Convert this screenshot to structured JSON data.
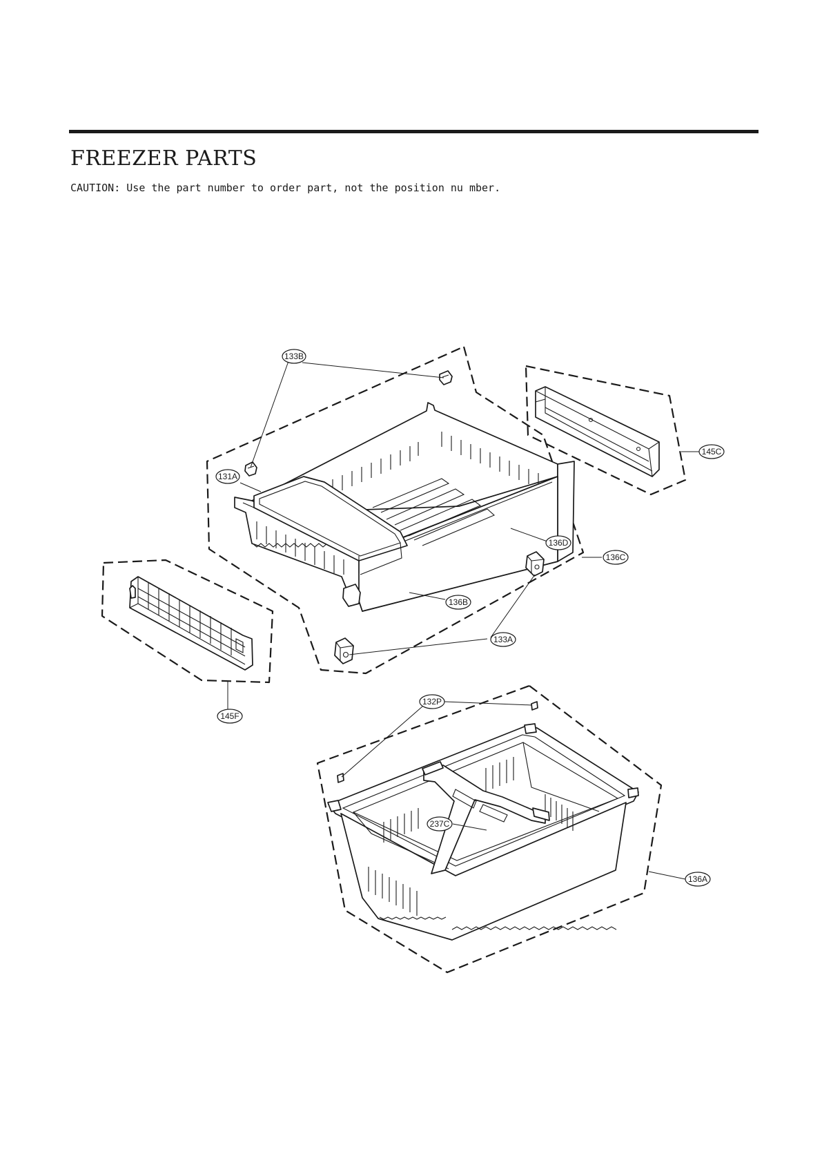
{
  "header": {
    "title": "FREEZER PARTS",
    "caution": "CAUTION: Use the part number to order part, not the position nu mber."
  },
  "callouts": {
    "c133B": "133B",
    "c131A": "131A",
    "c145C": "145C",
    "c136D": "136D",
    "c136C": "136C",
    "c136B": "136B",
    "c133A": "133A",
    "c145F": "145F",
    "c132P": "132P",
    "c237C": "237C",
    "c136A": "136A"
  }
}
